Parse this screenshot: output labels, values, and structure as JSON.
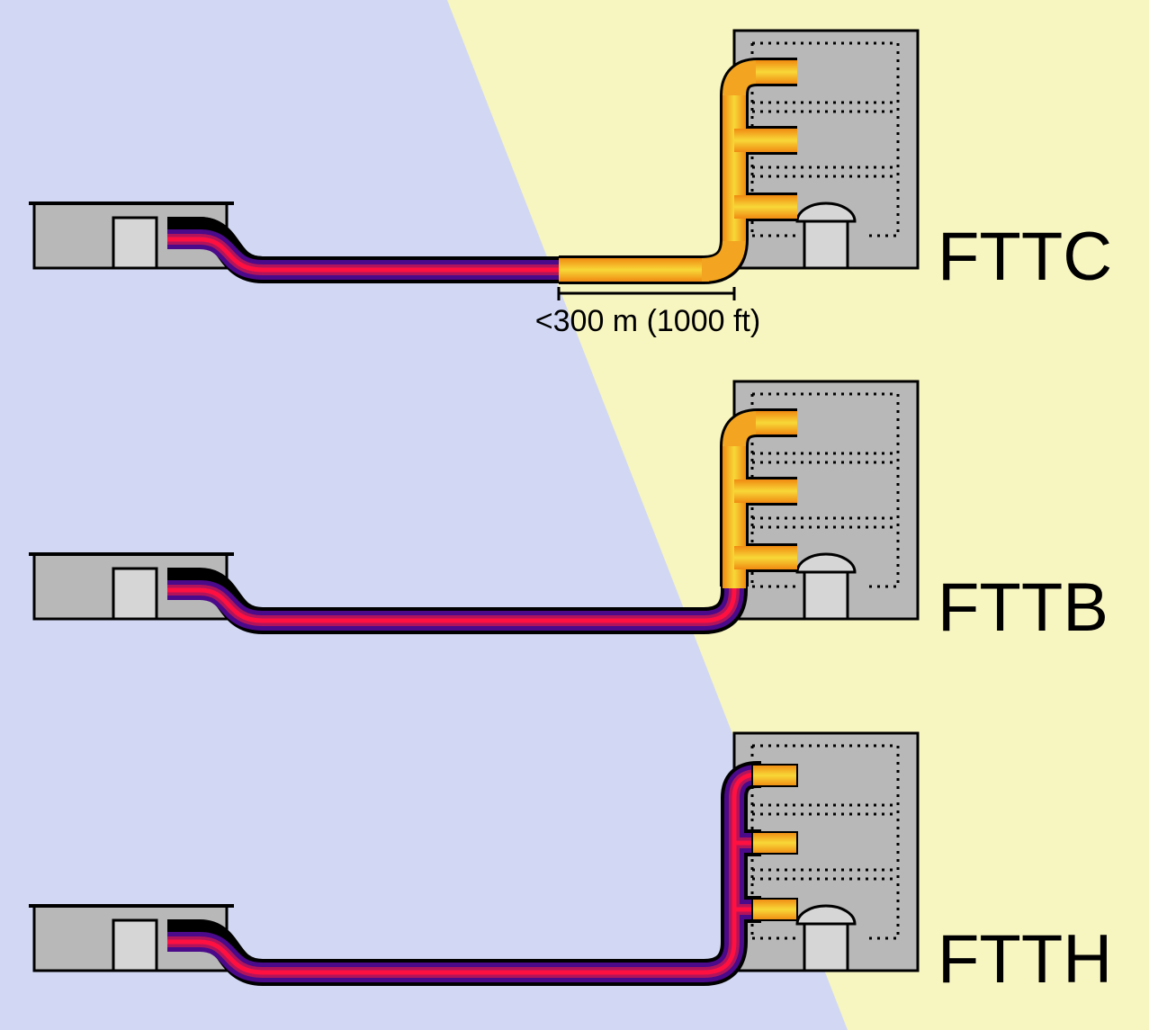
{
  "colors": {
    "provider_region": "#d2d8f3",
    "subscriber_region": "#f7f5c0",
    "building": "#b8b8b8",
    "outline": "#000000",
    "door": "#d6d6d6",
    "fiber_core": "#ff1040",
    "fiber_sheath": "#4a0a8a",
    "copper_core": "#f8d838",
    "copper_sheath": "#f08a12"
  },
  "diagrams": [
    {
      "id": "fttc",
      "label": "FTTC",
      "dimension_label": "<300 m (1000 ft)"
    },
    {
      "id": "fttb",
      "label": "FTTB"
    },
    {
      "id": "ftth",
      "label": "FTTH"
    }
  ]
}
